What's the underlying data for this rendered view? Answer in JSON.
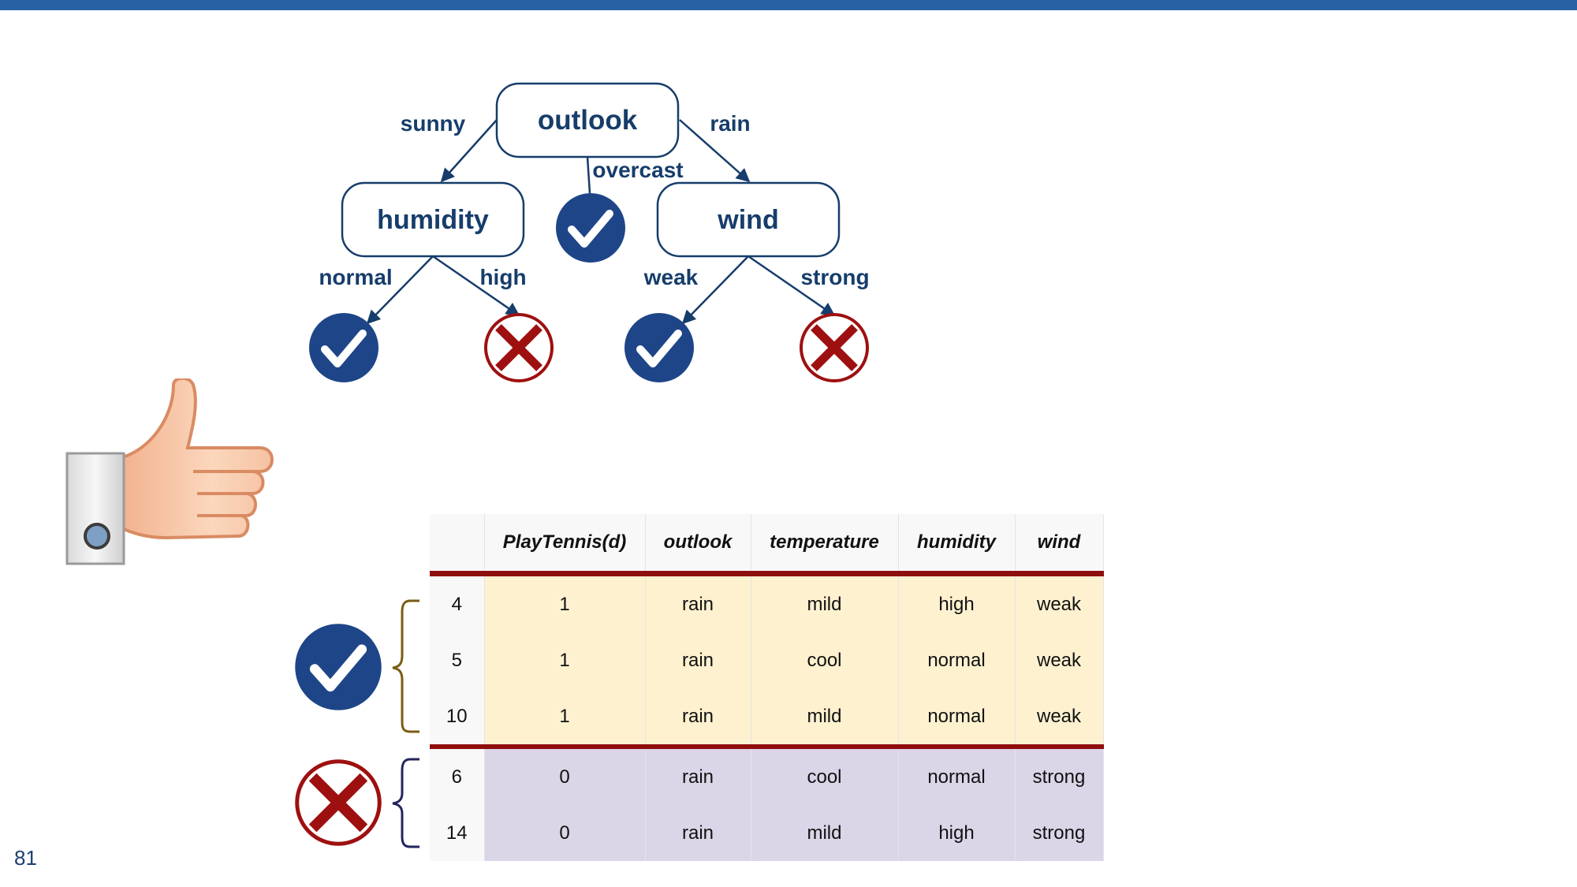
{
  "colors": {
    "top_bar": "#2861a4",
    "node_text": "#163d6b",
    "positive": "#1e4588",
    "negative": "#9e1010",
    "separator": "#8f0e0e",
    "positive_row": "#fdf1cf",
    "negative_row": "#dbd5e8"
  },
  "tree": {
    "root": "outlook",
    "left": "humidity",
    "right": "wind",
    "edges": {
      "sunny": "sunny",
      "overcast": "overcast",
      "rain": "rain",
      "normal": "normal",
      "high": "high",
      "weak": "weak",
      "strong": "strong"
    },
    "leaves": {
      "overcast": "check-icon",
      "normal": "check-icon",
      "high": "x-icon",
      "weak": "check-icon",
      "strong": "x-icon"
    }
  },
  "table": {
    "headers": [
      "",
      "PlayTennis(d)",
      "outlook",
      "temperature",
      "humidity",
      "wind"
    ],
    "rows": [
      [
        "4",
        "1",
        "rain",
        "mild",
        "high",
        "weak"
      ],
      [
        "5",
        "1",
        "rain",
        "cool",
        "normal",
        "weak"
      ],
      [
        "10",
        "1",
        "rain",
        "mild",
        "normal",
        "weak"
      ],
      [
        "6",
        "0",
        "rain",
        "cool",
        "normal",
        "strong"
      ],
      [
        "14",
        "0",
        "rain",
        "mild",
        "high",
        "strong"
      ]
    ]
  },
  "groups": {
    "positive_icon": "check-icon",
    "negative_icon": "x-icon"
  },
  "decor": {
    "thumb_icon": "thumbs-up-icon"
  },
  "page_number": "81"
}
